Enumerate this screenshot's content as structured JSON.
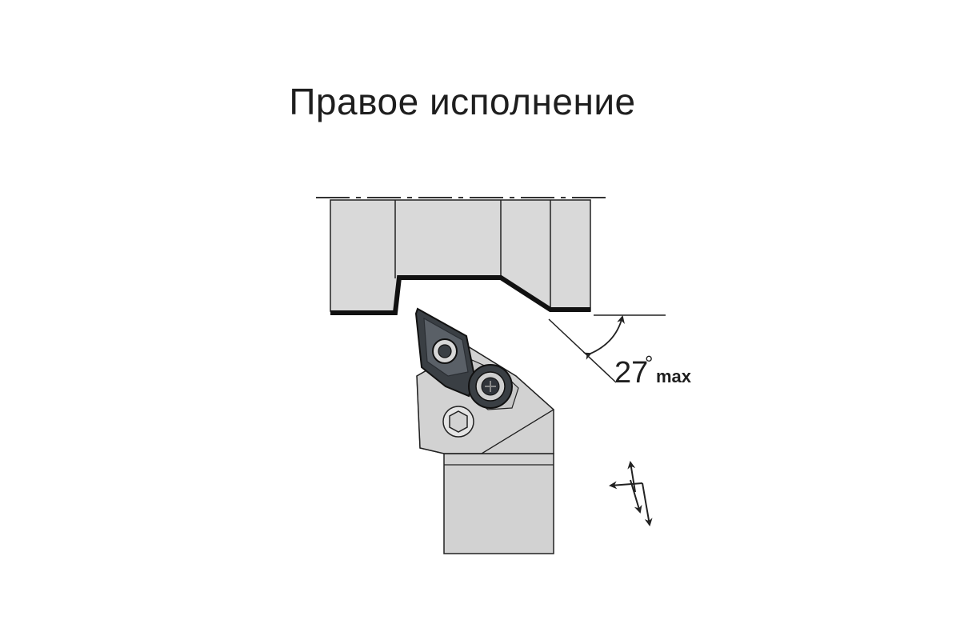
{
  "title": "Правое исполнение",
  "angle_label": {
    "value": "27",
    "degree_symbol": "°",
    "suffix": "max"
  },
  "colors": {
    "workpiece_fill": "#d9d9d9",
    "holder_fill": "#d2d2d2",
    "outline": "#222222",
    "insert_fill": "#3a3f44"
  }
}
